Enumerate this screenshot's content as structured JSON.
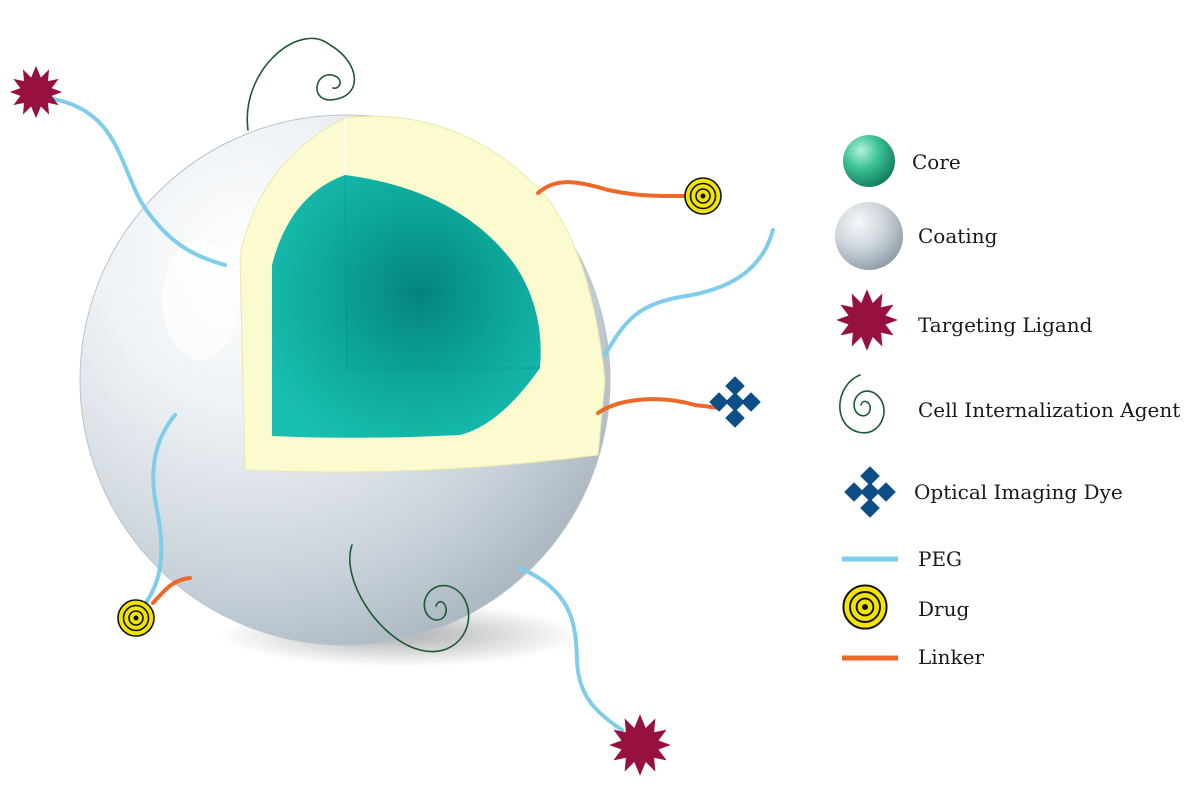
{
  "legend": {
    "core": "Core",
    "coating": "Coating",
    "targeting_ligand": "Targeting Ligand",
    "cell_internalization_agent": "Cell Internalization Agent",
    "optical_imaging_dye": "Optical Imaging Dye",
    "peg": "PEG",
    "drug": "Drug",
    "linker": "Linker"
  },
  "colors": {
    "core": "#12a89c",
    "coating": "#d3dbe2",
    "shell_cut": "#fbfbcf",
    "targeting_ligand": "#96113f",
    "cell_internalization_agent": "#1d5a32",
    "optical_imaging_dye": "#0e4e87",
    "peg": "#7fcdea",
    "drug": "#f1e400",
    "linker": "#eb6a2a"
  },
  "icons": [
    "core-sphere-icon",
    "coating-sphere-icon",
    "star-icon",
    "spiral-icon",
    "diamond-cluster-icon",
    "line-icon",
    "concentric-circles-icon"
  ]
}
